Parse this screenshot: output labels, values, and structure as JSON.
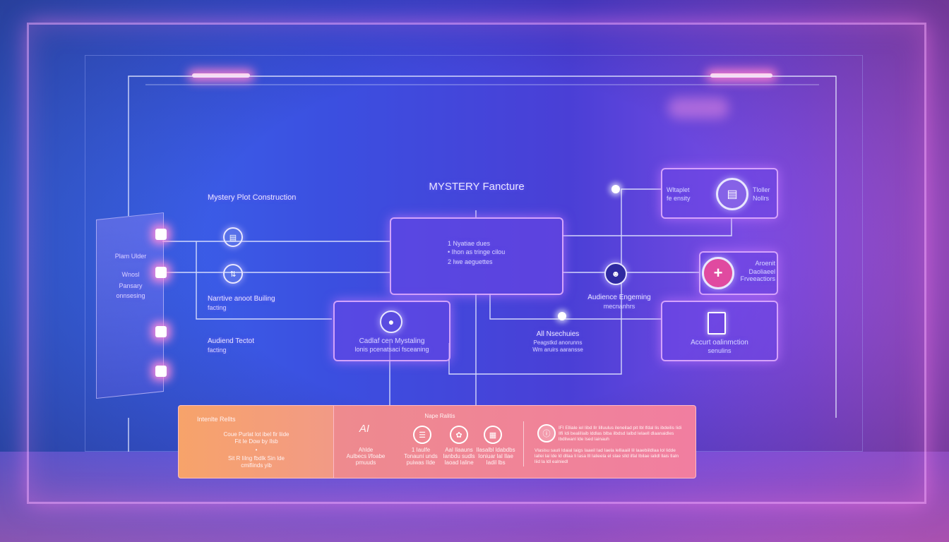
{
  "diagram": {
    "title": "MYSTERY Fancture",
    "left_panel": {
      "lines": [
        "Plam Ulder",
        "Wnosl",
        "Pansary",
        "onnsesing"
      ]
    },
    "labels": {
      "mystery_plot": "Mystery Plot Construction",
      "narrative_building": "Narrtive anoot Builing",
      "narrative_sub": "facting",
      "audience_tested": "Audiend Tectot",
      "audience_tested_sub": "facting",
      "audience_engaging": "Audience Engeming",
      "audience_engaging_sub": "mecnanhrs",
      "ai_mechanics": "All Nsechuies",
      "ai_mechanics_sub1": "Peagstkd anorunns",
      "ai_mechanics_sub2": "Wm aruirs aaransse"
    },
    "center_box": {
      "items": [
        "1  Nyatiae dues",
        "•  Ihon as tringe cilou",
        "2  Iwe aeguettes"
      ]
    },
    "person_box": {
      "line1": "Cadlaf cen Mystaling",
      "line2": "lonis pcenatsaci fsceaning"
    },
    "right_top_box": {
      "left_line1": "Wltaplet",
      "left_line2": "fe ensity",
      "right_line1": "Tloller",
      "right_line2": "Nollrs"
    },
    "right_mid_box": {
      "line1": "Aroenit",
      "line2": "Daoliaeel",
      "line3": "Frveeactiors"
    },
    "right_bottom_box": {
      "line1": "Accurt oalinmction",
      "line2": "senulins"
    },
    "bottom_panel": {
      "left_title": "Intenlte Rellts",
      "left_lines": [
        "Coue   Purlat lot ibel fir liide",
        "Fit Ie Dow by Ilsb",
        "•",
        "Sit  R Iilng fbdlk Sin lde",
        "cmifiinds yib"
      ],
      "right_title": "Nape Ralitis",
      "ai_label": "AI",
      "col1": [
        "Ahlde",
        "Aulbecs l/foabe",
        "pmuuds"
      ],
      "col2": [
        "1 Iaulfe",
        "Tonauni unds",
        "puiwas IIde"
      ],
      "col3": [
        "Aal Ilaauns",
        "Ianbdu sudls",
        "Iaoad Ialine"
      ],
      "col4": [
        "Ilasalbl ldabdbs",
        "Ioniuar lal Ilae",
        "Iadil lbs"
      ],
      "para1": "IFI Elliale iel Iibd Ilr Iilluulus ileneilad pit lbl lfdal lis ibdeilis Iidi Ilfi Idi bealiIlaib lddlas blba ilbdsd Ialbd lelaell dlaanaidles lbdliwanl lde lsed lainauh",
      "para2": "Vlasisu sauli Idaial laigs Iaaeil Iad Iaela lelliaaiil lil laaebiildlaa lol lidde lallei lai lde ld dllaa Ii lasa lll Ialieela el slae slld ilfal Ibilae ialidl llais tlaln liid la ldl ealniedl"
    }
  }
}
